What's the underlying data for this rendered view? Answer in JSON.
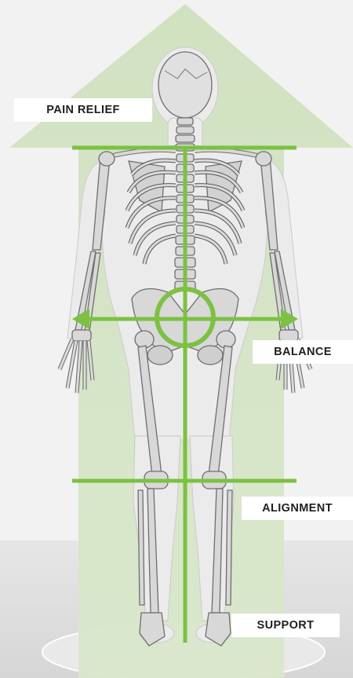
{
  "labels": {
    "pain_relief": "PAIN RELIEF",
    "balance": "BALANCE",
    "alignment": "ALIGNMENT",
    "support": "SUPPORT"
  },
  "colors": {
    "background_top": "#f2f2f2",
    "background_floor": "#dcdcdc",
    "arrow_fill": "#c9dcb6",
    "guide_green": "#7cc142",
    "skeleton_bone": "#d9d9d9",
    "body_silhouette": "#ececec",
    "label_bg": "#ffffff",
    "label_text": "#1f1f1f"
  },
  "icons": {
    "upward_arrow": "up-arrow-icon",
    "horizontal_arrow": "double-headed-arrow-icon",
    "pelvis_target": "circle-target-icon"
  }
}
